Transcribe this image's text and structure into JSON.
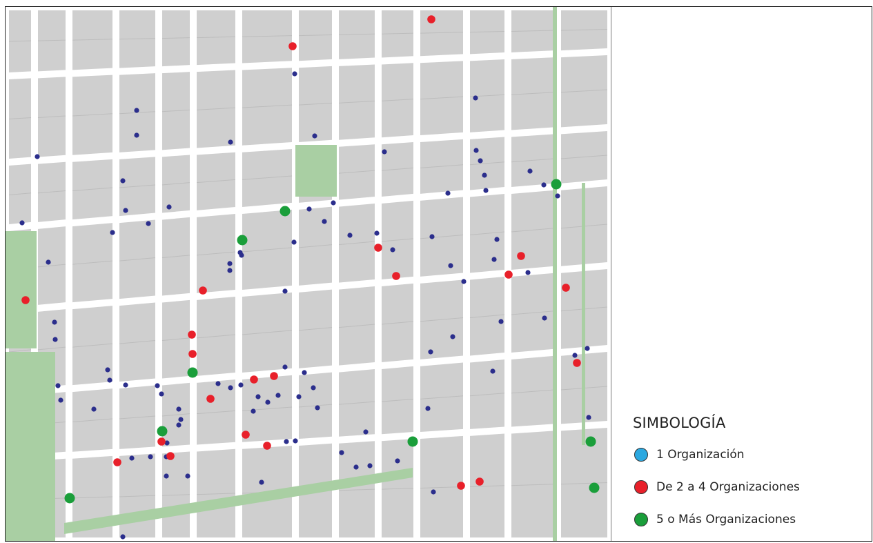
{
  "legend": {
    "title": "SIMBOLOGÍA",
    "items": [
      {
        "label": "1 Organización",
        "color": "#2ba8e0"
      },
      {
        "label": "De 2 a 4 Organizaciones",
        "color": "#e8202a"
      },
      {
        "label": "5 o Más Organizaciones",
        "color": "#1a9e3a"
      }
    ]
  },
  "colors": {
    "block": "#cfcfcf",
    "street": "#ffffff",
    "park": "#a9cfa3",
    "dot_single": "#2b2e8c",
    "dot_multi": "#e8202a",
    "dot_many": "#1a9e3a"
  }
}
